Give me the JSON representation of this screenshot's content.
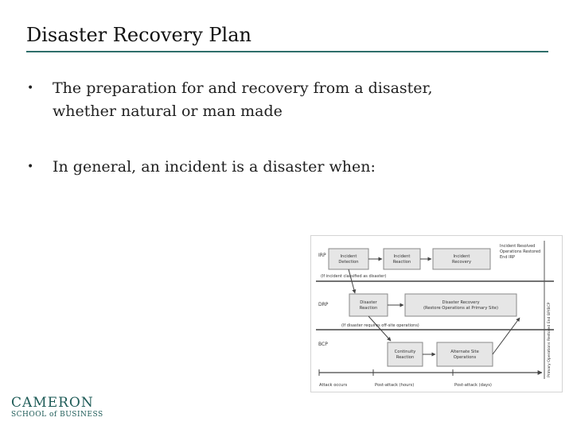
{
  "slide": {
    "title": "Disaster Recovery Plan",
    "bullets": [
      {
        "lines": [
          "The preparation for and recovery from a disaster,",
          "whether natural or man made"
        ]
      },
      {
        "lines": [
          "In general, an incident is a disaster when:"
        ]
      }
    ],
    "bullet_glyph": "•"
  },
  "diagram": {
    "lanes": [
      "IRP",
      "DRP",
      "BCP"
    ],
    "boxes": {
      "incident_detection": [
        "Incident",
        "Detection"
      ],
      "incident_reaction": [
        "Incident",
        "Reaction"
      ],
      "incident_recovery": [
        "Incident",
        "Recovery"
      ],
      "disaster_reaction": [
        "Disaster",
        "Reaction"
      ],
      "disaster_recovery": [
        "Disaster Recovery",
        "(Restore Operations at Primary Site)"
      ],
      "continuity_reaction": [
        "Continuity",
        "Reaction"
      ],
      "alternate_site_operations": [
        "Alternate Site",
        "Operations"
      ]
    },
    "notes": {
      "if_disaster": "(If incident classified as disaster)",
      "if_offsite": "(If disaster requires off-site operations)",
      "irp_end": [
        "Incident Resolved",
        "Operations Restored",
        "End IRP"
      ],
      "primary_restored": "Primary Operations Restored End BP/BCP"
    },
    "timeline": [
      "Attack occurs",
      "Post-attack (hours)",
      "Post-attack (days)"
    ]
  },
  "branding": {
    "logo_line1": "CAMERON",
    "logo_line2": "SCHOOL of BUSINESS"
  },
  "colors": {
    "accent_rule": "#2e6e6a",
    "logo": "#1e5b57",
    "box_fill": "#e6e6e6",
    "box_stroke": "#888888"
  }
}
